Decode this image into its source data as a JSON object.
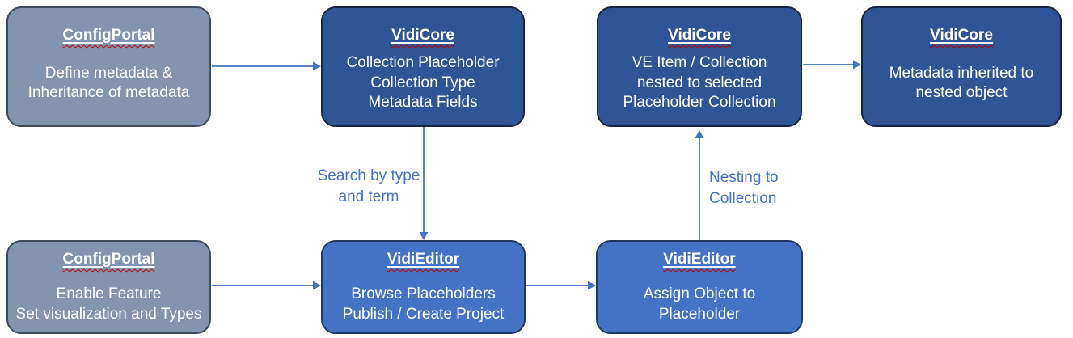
{
  "diagram": {
    "boxes": [
      {
        "app": "ConfigPortal",
        "lines": [
          "Define metadata &",
          "Inheritance of metadata"
        ]
      },
      {
        "app": "VidiCore",
        "lines": [
          "Collection Placeholder",
          "Collection Type",
          "Metadata Fields"
        ]
      },
      {
        "app": "VidiCore",
        "lines": [
          "VE Item / Collection",
          "nested to selected",
          "Placeholder Collection"
        ]
      },
      {
        "app": "VidiCore",
        "lines": [
          "Metadata inherited to",
          "nested object"
        ]
      },
      {
        "app": "ConfigPortal",
        "lines": [
          "Enable Feature",
          "Set visualization and Types"
        ]
      },
      {
        "app": "VidiEditor",
        "lines": [
          "Browse Placeholders",
          "Publish / Create Project"
        ]
      },
      {
        "app": "VidiEditor",
        "lines": [
          "Assign Object to",
          "Placeholder"
        ]
      }
    ],
    "edge_labels": {
      "search_by_type": {
        "line1": "Search by type",
        "line2": "and term"
      },
      "nesting": {
        "line1": "Nesting to",
        "line2": "Collection"
      }
    },
    "colors": {
      "configportal_fill": "#8294B0",
      "configportal_border": "#3E4A5E",
      "vidicore_fill": "#2F5597",
      "vidicore_border": "#18243F",
      "vidieditor_fill": "#4472C4",
      "vidieditor_border": "#1F3864",
      "arrow": "#4472C4",
      "edge_label_text": "#4472C4",
      "box_text": "#FFFFFF",
      "spellcheck_squiggle": "#C00000"
    }
  }
}
